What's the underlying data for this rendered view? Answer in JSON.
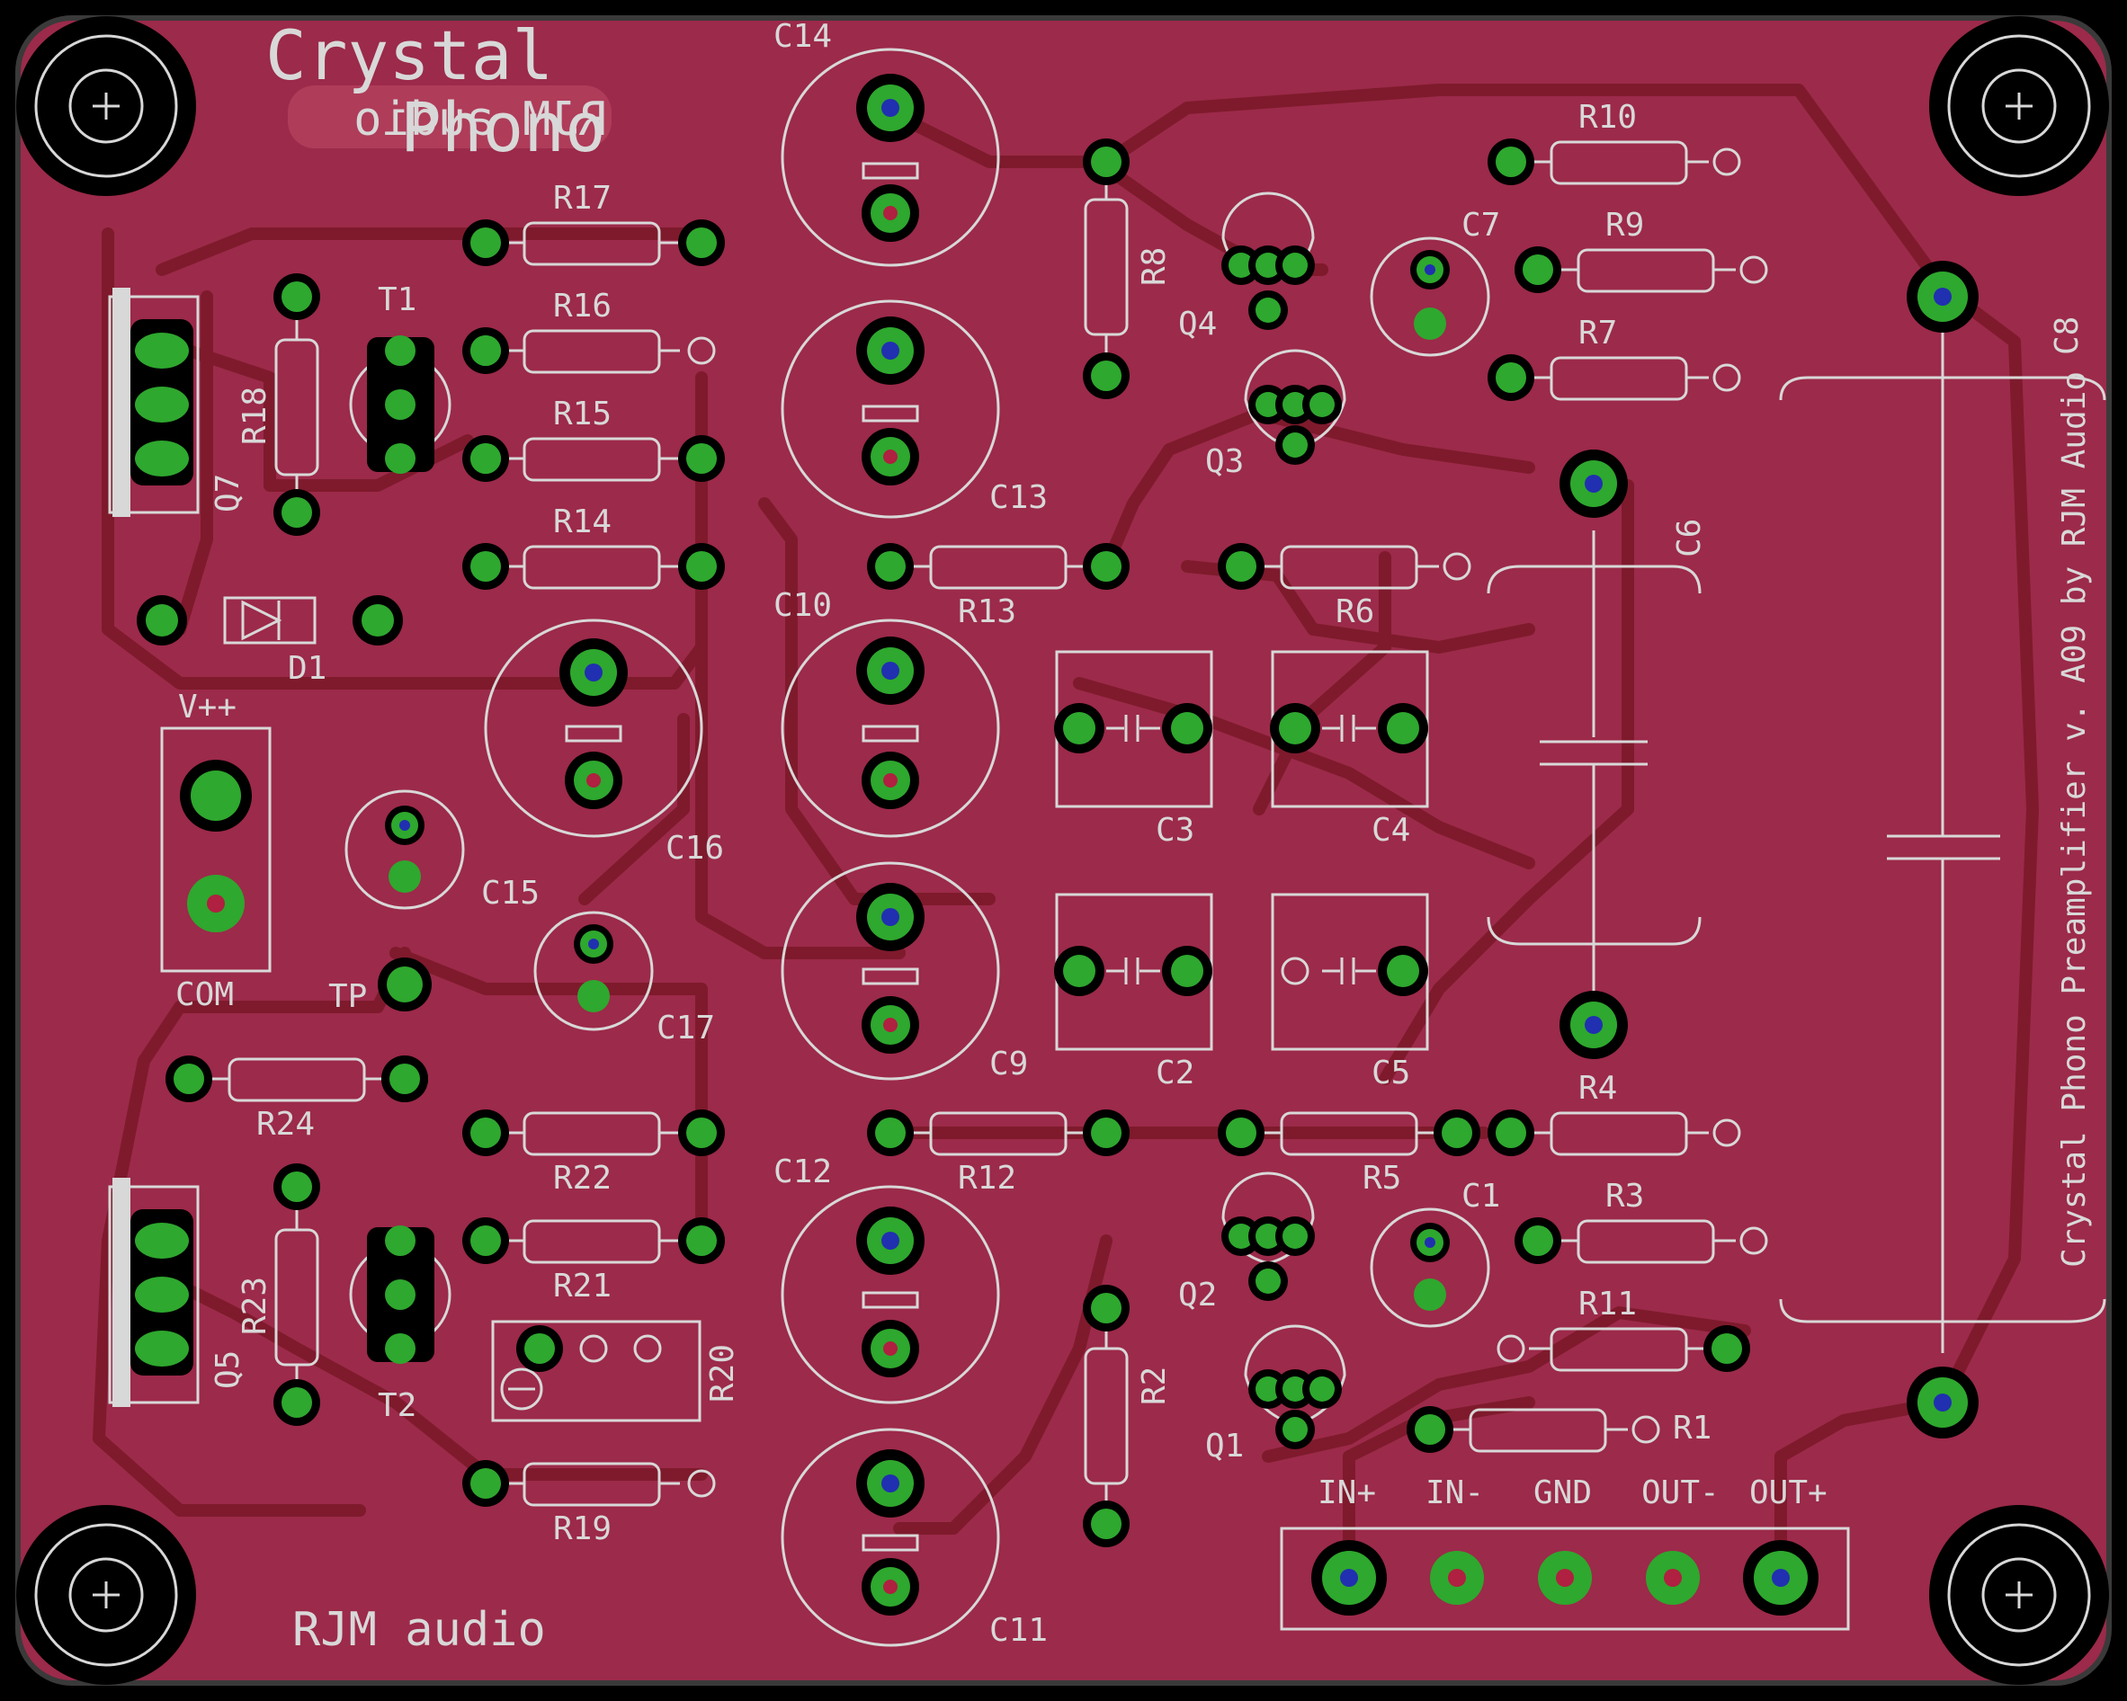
{
  "board": {
    "title_line1": "Crystal",
    "title_line2": "Phono",
    "mirror_text": "RJM audio",
    "footer": "RJM audio",
    "side_text": "Crystal Phono Preamplifier v. A09 by RJM Audio"
  },
  "colors": {
    "board": "#9c2a4a",
    "background": "#000000",
    "pad": "#2ea82e",
    "pad_blue": "#2030b0",
    "silkscreen": "#d8d8d8",
    "trace": "#7e1a2c"
  },
  "designators": {
    "C14": "C14",
    "C13": "C13",
    "C10": "C10",
    "C9": "C9",
    "C12": "C12",
    "C11": "C11",
    "C16": "C16",
    "C15": "C15",
    "C17": "C17",
    "C8": "C8",
    "C7": "C7",
    "C6": "C6",
    "C1": "C1",
    "C2": "C2",
    "C3": "C3",
    "C4": "C4",
    "C5": "C5",
    "R1": "R1",
    "R2": "R2",
    "R3": "R3",
    "R4": "R4",
    "R5": "R5",
    "R6": "R6",
    "R7": "R7",
    "R8": "R8",
    "R9": "R9",
    "R10": "R10",
    "R11": "R11",
    "R12": "R12",
    "R13": "R13",
    "R14": "R14",
    "R15": "R15",
    "R16": "R16",
    "R17": "R17",
    "R18": "R18",
    "R19": "R19",
    "R20": "R20",
    "R21": "R21",
    "R22": "R22",
    "R23": "R23",
    "R24": "R24",
    "Q1": "Q1",
    "Q2": "Q2",
    "Q3": "Q3",
    "Q4": "Q4",
    "Q5": "Q5",
    "Q7": "Q7",
    "T1": "T1",
    "T2": "T2",
    "D1": "D1",
    "TP": "TP"
  },
  "power_labels": {
    "vpp": "V++",
    "com": "COM"
  },
  "connector_labels": {
    "in_plus": "IN+",
    "in_minus": "IN-",
    "gnd": "GND",
    "out_minus": "OUT-",
    "out_plus": "OUT+"
  }
}
